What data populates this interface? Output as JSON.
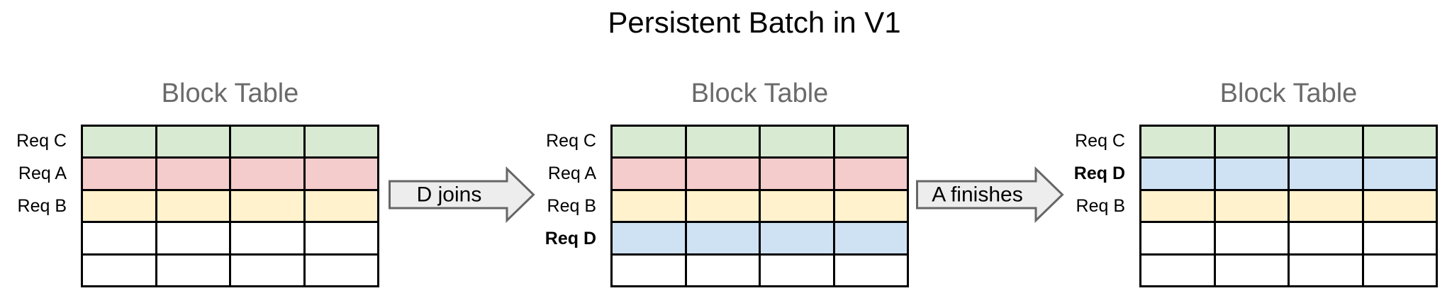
{
  "title": "Persistent Batch in V1",
  "colors": {
    "green": "#d9ead3",
    "red": "#f4cccc",
    "yellow": "#fff2cc",
    "blue": "#cfe2f3",
    "white": "#ffffff",
    "heading_gray": "#6a6a6a",
    "arrow_fill": "#ededed",
    "arrow_stroke": "#666666",
    "grid_line": "#000000"
  },
  "tables": [
    {
      "heading": "Block Table",
      "columns": 4,
      "rows": [
        {
          "label": "Req C",
          "color": "green",
          "bold": false
        },
        {
          "label": "Req A",
          "color": "red",
          "bold": false
        },
        {
          "label": "Req B",
          "color": "yellow",
          "bold": false
        },
        {
          "label": "",
          "color": "white",
          "bold": false
        },
        {
          "label": "",
          "color": "white",
          "bold": false
        }
      ]
    },
    {
      "heading": "Block Table",
      "columns": 4,
      "rows": [
        {
          "label": "Req C",
          "color": "green",
          "bold": false
        },
        {
          "label": "Req A",
          "color": "red",
          "bold": false
        },
        {
          "label": "Req B",
          "color": "yellow",
          "bold": false
        },
        {
          "label": "Req D",
          "color": "blue",
          "bold": true
        },
        {
          "label": "",
          "color": "white",
          "bold": false
        }
      ]
    },
    {
      "heading": "Block Table",
      "columns": 4,
      "rows": [
        {
          "label": "Req C",
          "color": "green",
          "bold": false
        },
        {
          "label": "Req D",
          "color": "blue",
          "bold": true
        },
        {
          "label": "Req B",
          "color": "yellow",
          "bold": false
        },
        {
          "label": "",
          "color": "white",
          "bold": false
        },
        {
          "label": "",
          "color": "white",
          "bold": false
        }
      ]
    }
  ],
  "arrows": [
    {
      "label": "D joins"
    },
    {
      "label": "A finishes"
    }
  ]
}
